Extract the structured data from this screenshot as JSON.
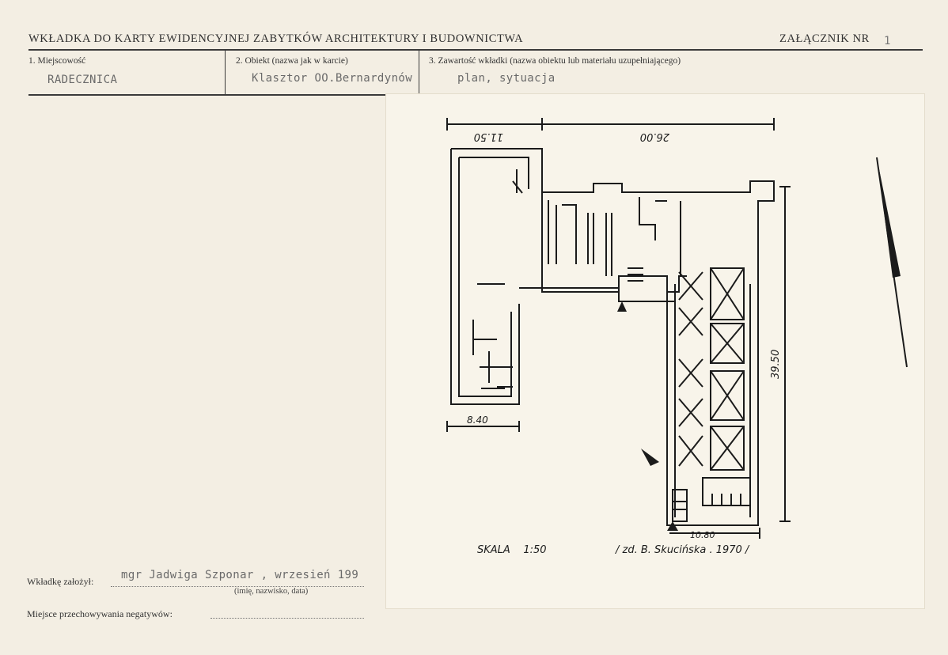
{
  "header": {
    "title": "WKŁADKA DO KARTY EWIDENCYJNEJ ZABYTKÓW ARCHITEKTURY I BUDOWNICTWA",
    "annex_label": "ZAŁĄCZNIK NR",
    "annex_number": "1"
  },
  "fields": {
    "locality": {
      "label": "1. Miejscowość",
      "value": "RADECZNICA"
    },
    "object": {
      "label": "2. Obiekt (nazwa jak w karcie)",
      "value": "Klasztor OO.Bernardynów"
    },
    "contents": {
      "label": "3. Zawartość wkładki (nazwa obiektu lub materiału uzupełniającego)",
      "value": "plan, sytuacja"
    }
  },
  "plan": {
    "dim_top_left": "11.50",
    "dim_top_right": "26.00",
    "dim_right": "39.50",
    "dim_bottom_left": "8.40",
    "dim_bottom_right": "10.80",
    "scale": "SKALA    1:50",
    "author": "/ zd. B. Skucińska . 1970 /"
  },
  "footer": {
    "author_label": "Wkładkę założył:",
    "author_value": "mgr Jadwiga Szponar , wrzesień 199",
    "author_caption": "(imię, nazwisko, data)",
    "storage_label": "Miejsce przechowywania negatywów:"
  }
}
